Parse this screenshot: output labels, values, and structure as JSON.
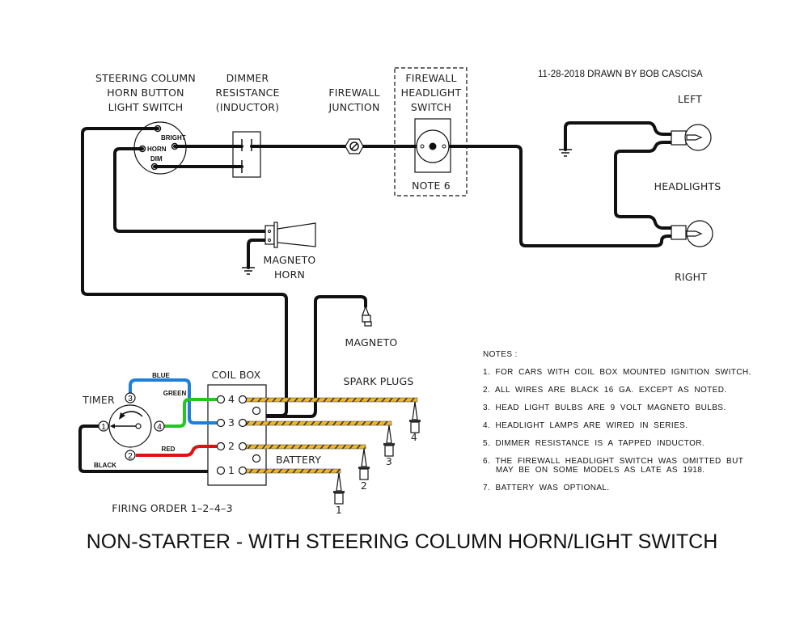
{
  "credit": "11-28-2018 DRAWN BY BOB CASCISA",
  "title": "NON-STARTER - WITH STEERING COLUMN HORN/LIGHT SWITCH",
  "steering_switch": {
    "label_lines": [
      "STEERING  COLUMN",
      "HORN  BUTTON",
      "LIGHT  SWITCH"
    ],
    "terminals": [
      "BRIGHT",
      "HORN",
      "DIM"
    ]
  },
  "dimmer": {
    "label_lines": [
      "DIMMER",
      "RESISTANCE",
      "(INDUCTOR)"
    ]
  },
  "firewall_junction": {
    "label_lines": [
      "FIREWALL",
      "JUNCTION"
    ]
  },
  "firewall_switch": {
    "label_lines": [
      "FIREWALL",
      "HEADLIGHT",
      "SWITCH"
    ],
    "note": "NOTE  6"
  },
  "headlights": {
    "left": "LEFT",
    "label": "HEADLIGHTS",
    "right": "RIGHT"
  },
  "horn": {
    "label_lines": [
      "MAGNETO",
      "HORN"
    ]
  },
  "magneto": {
    "label": "MAGNETO"
  },
  "timer": {
    "label": "TIMER",
    "terminals": [
      "1",
      "2",
      "3",
      "4"
    ],
    "wire_labels": {
      "blue": "BLUE",
      "green": "GREEN",
      "red": "RED",
      "black": "BLACK"
    }
  },
  "coil_box": {
    "label": "COIL  BOX",
    "terminals": [
      "4",
      "3",
      "2",
      "1"
    ],
    "battery": "BATTERY"
  },
  "spark_plugs": {
    "label": "SPARK  PLUGS",
    "numbers": [
      "1",
      "2",
      "3",
      "4"
    ]
  },
  "firing_order": "FIRING  ORDER  1–2–4–3",
  "notes": {
    "heading": "NOTES  :",
    "items": [
      "1.  FOR  CARS  WITH  COIL  BOX  MOUNTED  IGNITION  SWITCH.",
      "2.  ALL  WIRES  ARE  BLACK  16  GA.  EXCEPT  AS  NOTED.",
      "3.  HEAD  LIGHT  BULBS  ARE  9  VOLT  MAGNETO  BULBS.",
      "4.  HEADLIGHT  LAMPS  ARE  WIRED  IN  SERIES.",
      "5.  DIMMER  RESISTANCE  IS  A  TAPPED  INDUCTOR.",
      "6.  THE  FIREWALL  HEADLIGHT  SWITCH  WAS  OMITTED  BUT",
      "     MAY  BE  ON  SOME  MODELS  AS  LATE  AS  1918.",
      "7.  BATTERY  WAS  OPTIONAL."
    ]
  },
  "colors": {
    "wire_black": "#111111",
    "wire_blue": "#1e7fd8",
    "wire_green": "#22c722",
    "wire_red": "#e01010",
    "ignition_wire": "#f0b42a"
  }
}
